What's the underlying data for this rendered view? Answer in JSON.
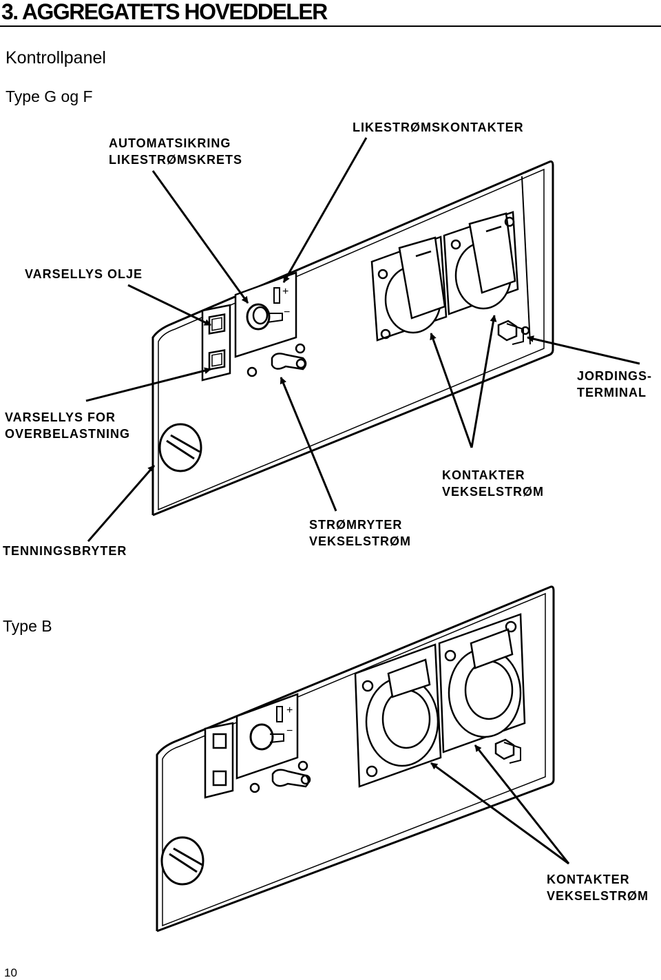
{
  "header": {
    "title": "3. AGGREGATETS HOVEDDELER"
  },
  "section": {
    "title": "Kontrollpanel"
  },
  "type_gf": {
    "title": "Type G og F",
    "labels": {
      "automatsikring": [
        "AUTOMATSIKRING",
        "LIKESTRØMSKRETS"
      ],
      "likestromskontakter": "LIKESTRØMSKONTAKTER",
      "varsellys_olje": "VARSELLYS  OLJE",
      "jordingsterminal": [
        "JORDINGS-",
        "TERMINAL"
      ],
      "varsellys_overbelastning": [
        "VARSELLYS  FOR",
        "OVERBELASTNING"
      ],
      "kontakter_vekselstrom": [
        "KONTAKTER",
        "VEKSELSTRØM"
      ],
      "tenningsbryter": "TENNINGSBRYTER",
      "stromryter": [
        "STRØMRYTER",
        "VEKSELSTRØM"
      ]
    }
  },
  "type_b": {
    "title": "Type B",
    "labels": {
      "kontakter_vekselstrom": [
        "KONTAKTER",
        "VEKSELSTRØM"
      ]
    }
  },
  "footer": {
    "page_number": "10"
  }
}
